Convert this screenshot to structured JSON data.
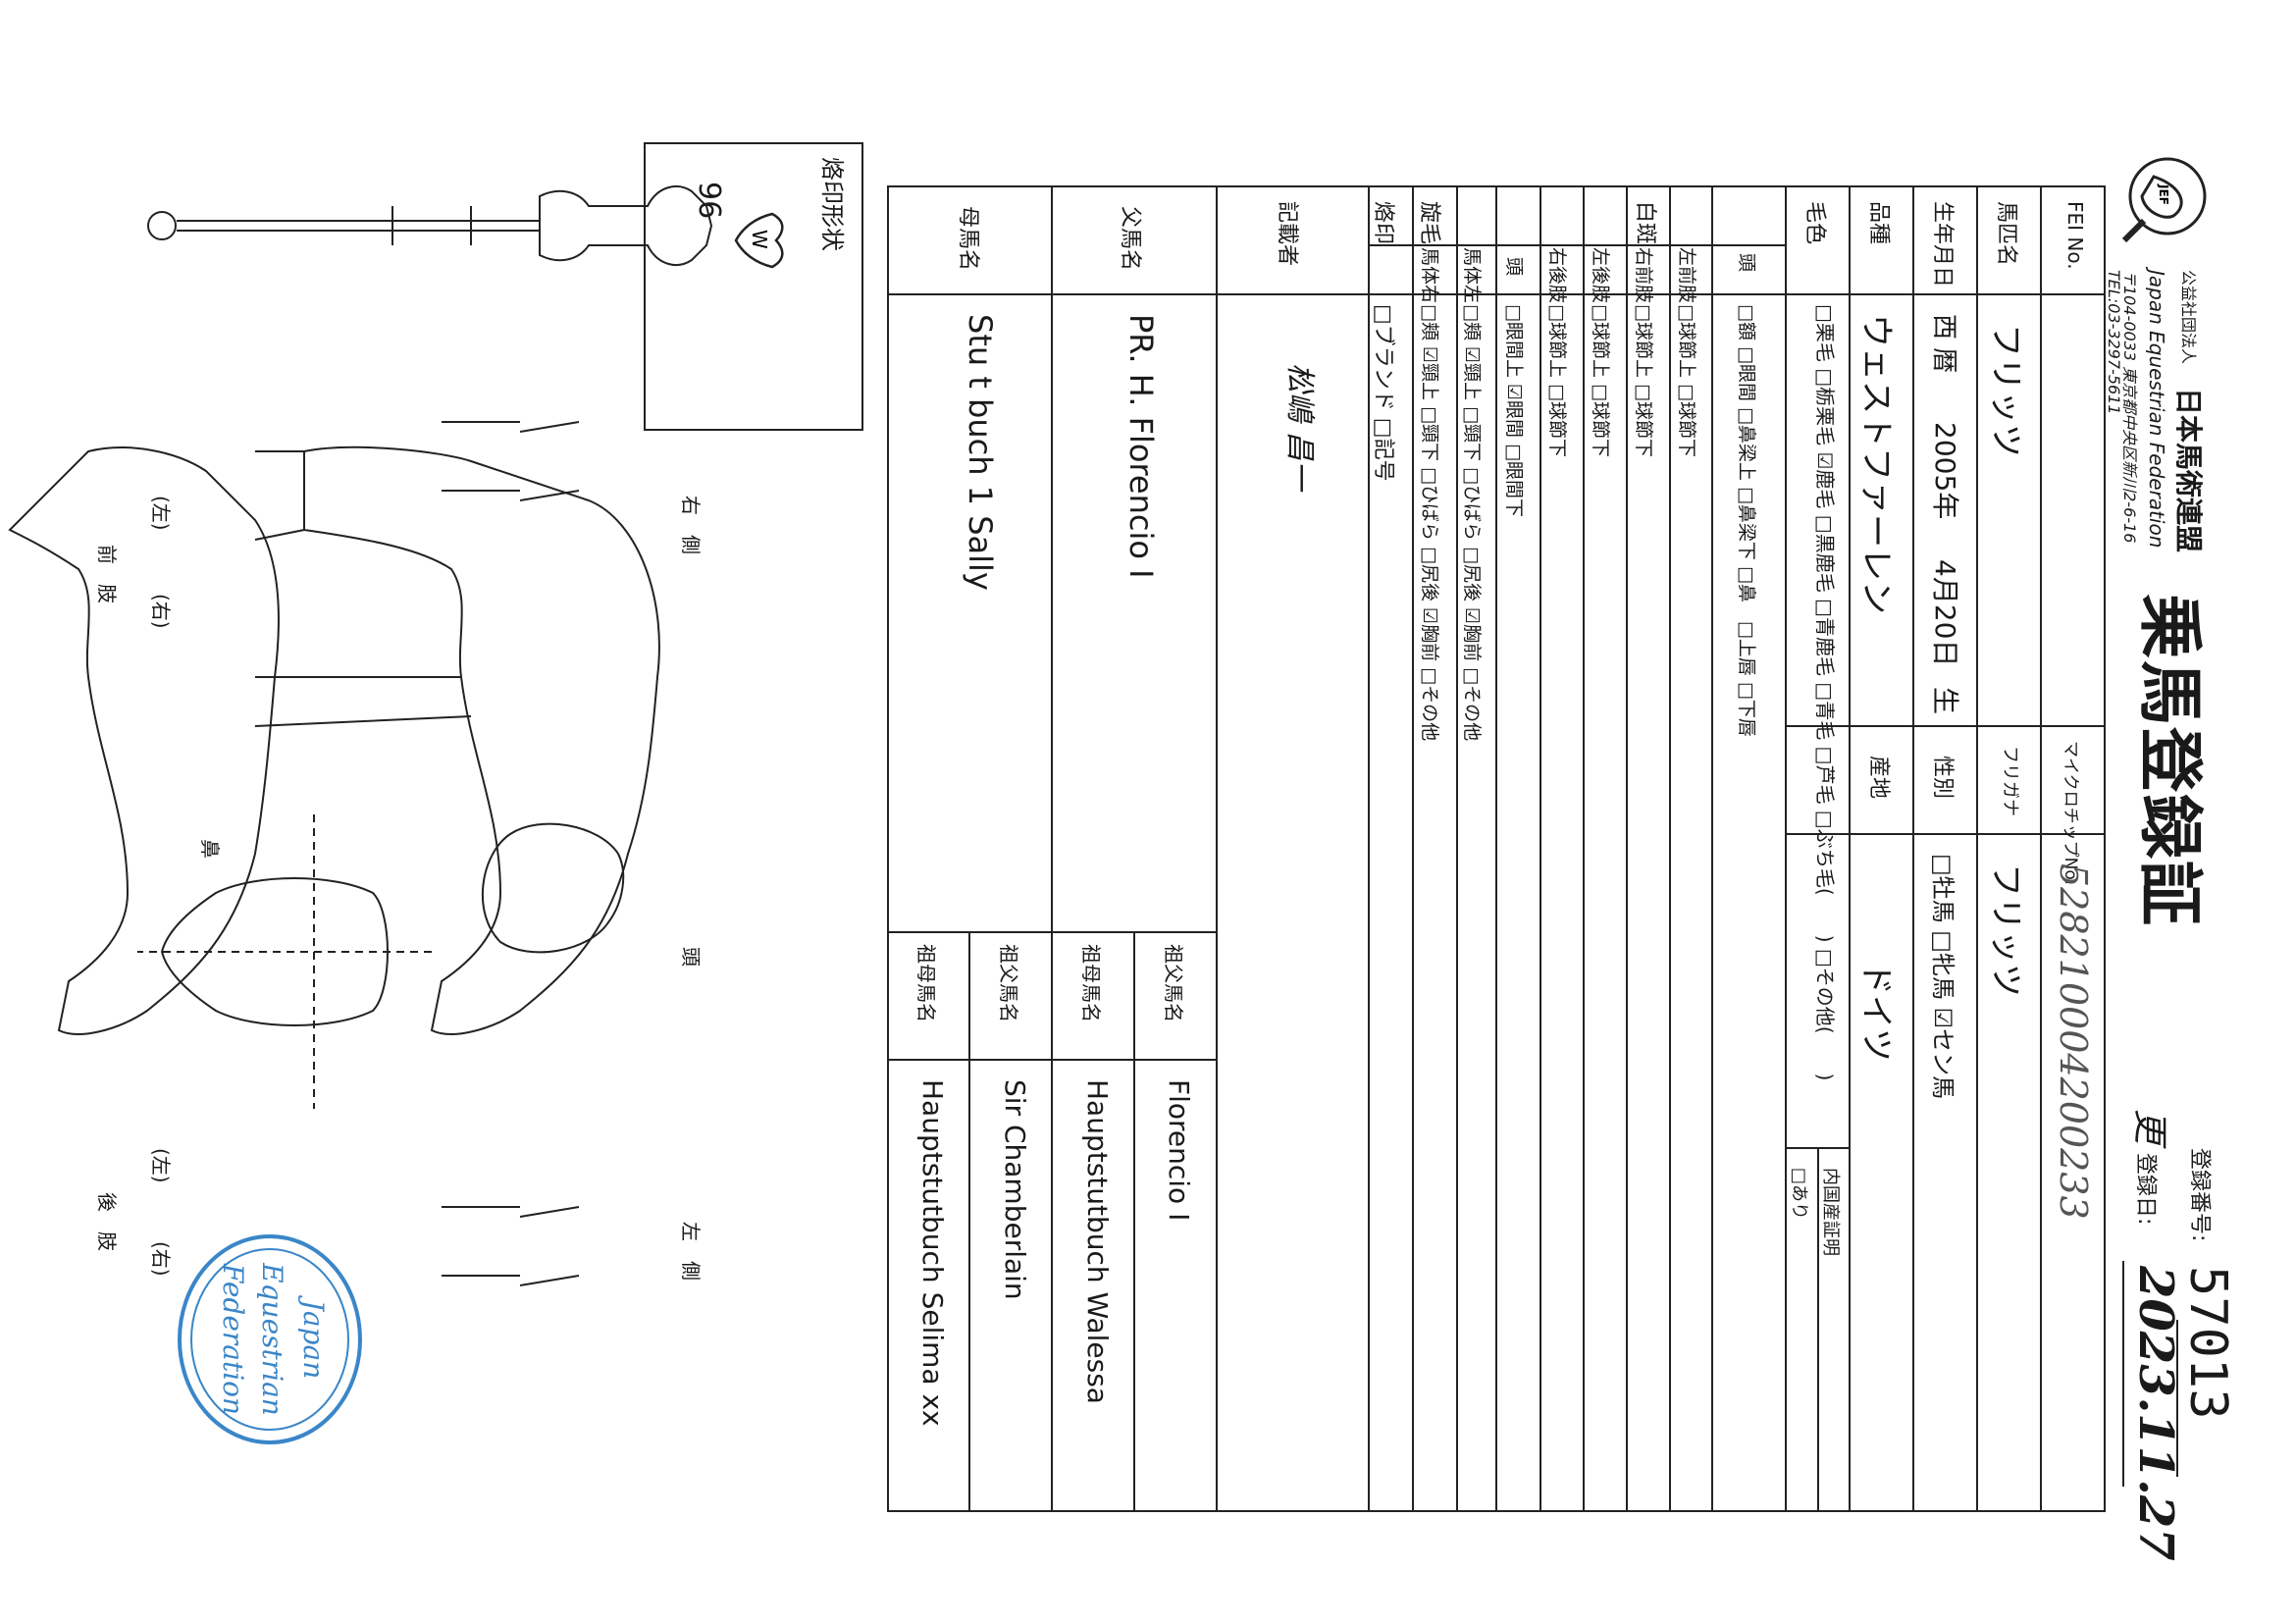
{
  "header": {
    "org_type": "公益社団法人",
    "org_jp": "日本馬術連盟",
    "org_en": "Japan Equestrian Federation",
    "address": "〒104-0033 東京都中央区新川2-6-16",
    "tel": "TEL:03-3297-5611",
    "logo_text": "JEF",
    "title": "乗馬登録証",
    "reg_no_label": "登録番号:",
    "reg_no": "57013",
    "reg_date_label": "登録日:",
    "reg_date_stamp": "更",
    "reg_date": "2023.11.27"
  },
  "fields": {
    "fei_label": "FEI No.",
    "microchip_label": "マイクロチップNo.",
    "microchip": "528210004200233",
    "name_label": "馬匹名",
    "name": "フリッツ",
    "furigana_label": "フリガナ",
    "furigana": "フリッツ",
    "birth_label": "生年月日",
    "birth_era": "西 暦",
    "birth_year": "2005年",
    "birth_md": "4月20日",
    "birth_suffix": "生",
    "sex_label": "性別",
    "sex_options": "□牡馬 □牝馬 ☑セン馬",
    "breed_label": "品種",
    "breed": "ウェストファーレン",
    "origin_label": "産地",
    "origin": "ドイツ",
    "domestic_label": "内国産証明",
    "domestic_value": "□あり",
    "coat_label": "毛色",
    "coat_line1": "□栗毛 □栃栗毛 ☑鹿毛 □黒鹿毛 □青鹿毛 □青毛 □芦毛 □ぶち毛(　　) □その他(　　)"
  },
  "marks": {
    "shiro_label": "白斑",
    "head_label": "頭",
    "head_row": "□額 □眼間 □鼻梁上 □鼻梁下 □鼻　□上唇 □下唇",
    "lf_label": "左前肢",
    "lf_row": "□球節上 □球節下",
    "rf_label": "右前肢",
    "rf_row": "□球節上 □球節下",
    "lh_label": "左後肢",
    "lh_row": "□球節上 □球節下",
    "rh_label": "右後肢",
    "rh_row": "□球節上 □球節下",
    "whorl_label": "旋毛",
    "wh_head_label": "頭",
    "wh_head_row": "□眼間上 ☑眼間 □眼間下",
    "wh_left_label": "馬体左",
    "wh_left_row": "□頬 ☑頸上 □頸下 □ひばら □尻後 ☑胸前 □その他",
    "wh_right_label": "馬体右",
    "wh_right_row": "□頬 ☑頸上 □頸下 □ひばら □尻後 ☑胸前 □その他",
    "brand_label": "烙印",
    "brand_row": "□ブランド □記号",
    "recorder_label": "記載者",
    "recorder": "松嶋 昌一"
  },
  "pedigree": {
    "sire_label": "父馬名",
    "sire": "PR. H. Florencio Ⅰ",
    "dam_label": "母馬名",
    "dam": "Stu t buch 1 Sally",
    "gs_label": "祖父馬名",
    "gs": "Florencio Ⅰ",
    "gd_label": "祖母馬名",
    "gd": "Hauptstutbuch Walessa",
    "mgs_label": "祖父馬名",
    "mgs": "Sir Chamberlain",
    "mgd_label": "祖母馬名",
    "mgd": "Hauptstutbuch Selima xx"
  },
  "diagram": {
    "brand_title": "烙印形状",
    "brand_num": "96",
    "brand_letter": "W",
    "right_side": "右　側",
    "left_side": "左　側",
    "head": "頭",
    "muzzle": "鼻",
    "front_label": "前　肢",
    "hind_label": "後　肢",
    "l": "(左)",
    "r": "(右)"
  },
  "stamp": {
    "line1": "Japan",
    "line2": "Equestrian",
    "line3": "Federation"
  },
  "colors": {
    "stamp": "#3a86c8",
    "ink": "#1a1a1a",
    "handwriting": "#555555"
  }
}
